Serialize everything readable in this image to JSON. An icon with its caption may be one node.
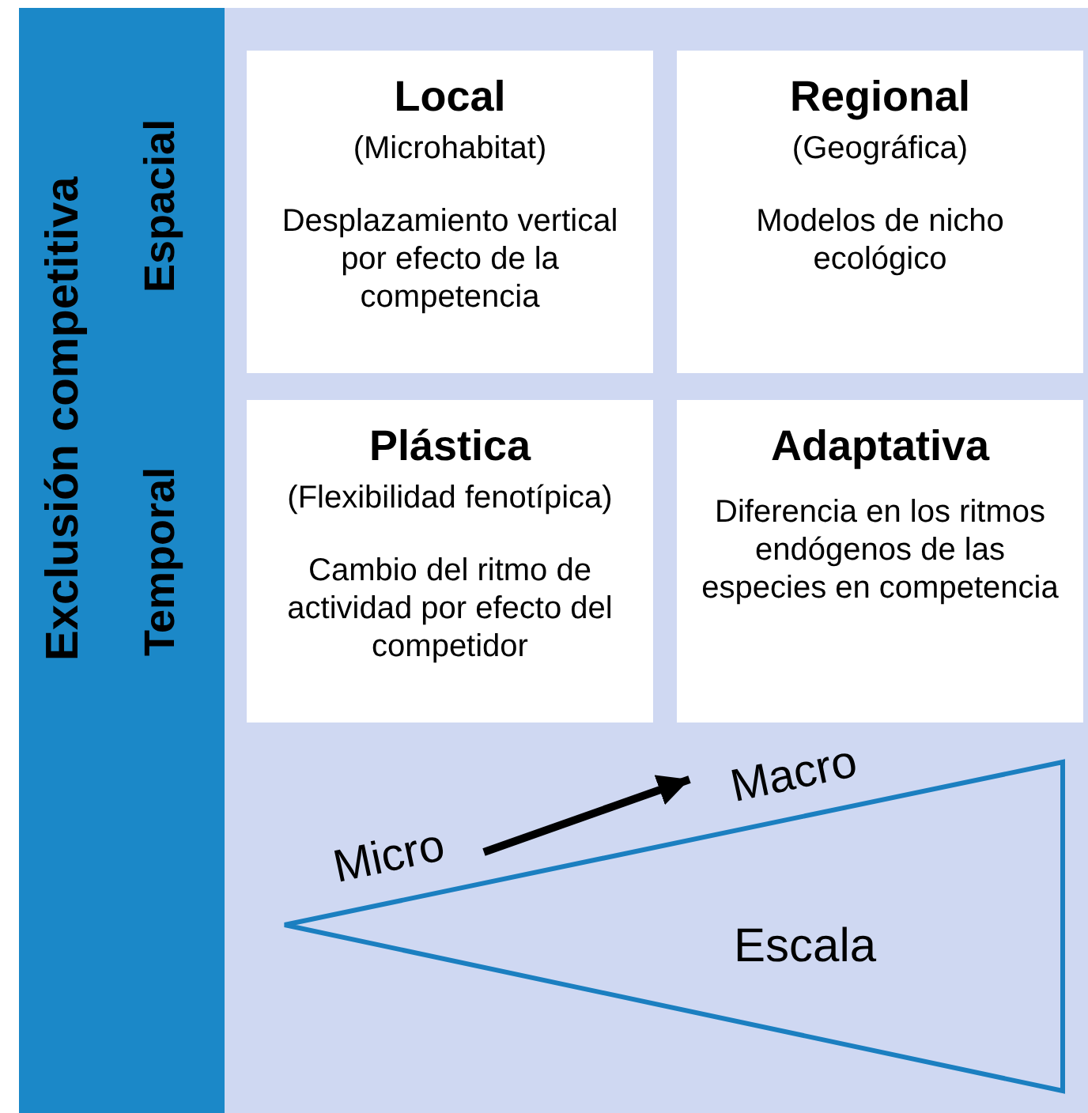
{
  "diagram": {
    "nodes": [
      {
        "text": [
          "Exclusión competitiva"
        ]
      },
      {
        "text": [
          "Local",
          "(Microhabitat)",
          "Desplazamiento vertical por efecto de la competencia"
        ]
      },
      {
        "text": [
          "Regional",
          "(Geográfica)",
          "Modelos de nicho ecológico"
        ]
      },
      {
        "text": [
          "Plástica",
          "(Flexibilidad fenotípica)",
          "Cambio del ritmo de actividad por efecto del competidor"
        ]
      },
      {
        "text": [
          "Adaptativa",
          "Diferencia en los ritmos endógenos de las especies en competencia"
        ]
      },
      {
        "text": [
          "Escala"
        ]
      },
      {
        "text": [
          "Micro"
        ]
      },
      {
        "text": [
          "Macro"
        ]
      }
    ],
    "edges": [
      {
        "from": 6,
        "to": 7,
        "arrow": "to"
      }
    ],
    "labels": [
      "Espacial",
      "Temporal"
    ]
  }
}
